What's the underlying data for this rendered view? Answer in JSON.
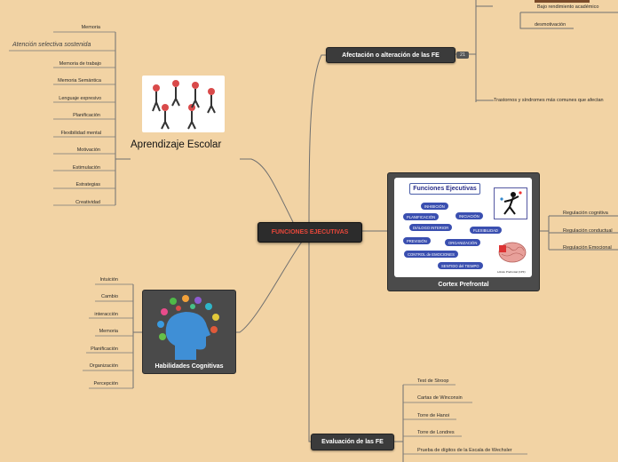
{
  "central": {
    "label": "FUNCIONES EJECUTIVAS"
  },
  "afectacion": {
    "label": "Afectación o alteración  de las FE",
    "badge": "21",
    "children": [
      "Bajo rendimiento académico",
      "desmotivación",
      "Trastornos y síndromes  más comunes que afectan"
    ]
  },
  "cortex": {
    "label": "Cortex Prefrontal",
    "image_title": "Funciones Ejecutivas",
    "image_pills": [
      "INHIBICIÓN",
      "PLANIFICACIÓN",
      "INICIACIÓN",
      "DIÁLOGO INTERIOR",
      "FLEXIBILIDAD",
      "PREVISIÓN",
      "ORGANIZACIÓN",
      "CONTROL de EMOCIONES",
      "SENTIDO del TIEMPO"
    ],
    "image_caption": "Lóbulo Prefrontal (CPF)",
    "children": [
      "Regulación cognitiva",
      "Regulación conductual",
      "Regulación Emocional"
    ]
  },
  "aprendizaje": {
    "label": "Aprendizaje Escolar",
    "children": [
      "Memoria",
      "Atención selectiva sostenida",
      "Memoria de trabajo",
      "Memoria Semántica",
      "Lenguaje expresivo",
      "Planificación",
      "Flexibilidad mental",
      "Motivación",
      "Estimulación",
      "Estrategias",
      "Creatividad"
    ]
  },
  "habilidades": {
    "label": "Habilidades Cognitivas",
    "children": [
      "Intuición",
      "Cambio",
      "interacción",
      "Memoria",
      "Planificación",
      "Organización",
      "Percepción"
    ]
  },
  "evaluacion": {
    "label": "Evaluación de las FE",
    "children": [
      "Test de Stroop",
      "Cartas de Winconsin",
      "Torre de Hanoi",
      "Torre de Londres",
      "Prueba de dígitos de la Escala de Wechsler"
    ]
  },
  "colors": {
    "background": "#f2d3a4",
    "node": "#3b3b3b",
    "central_text": "#e9473a",
    "line": "#6b6b6b"
  }
}
